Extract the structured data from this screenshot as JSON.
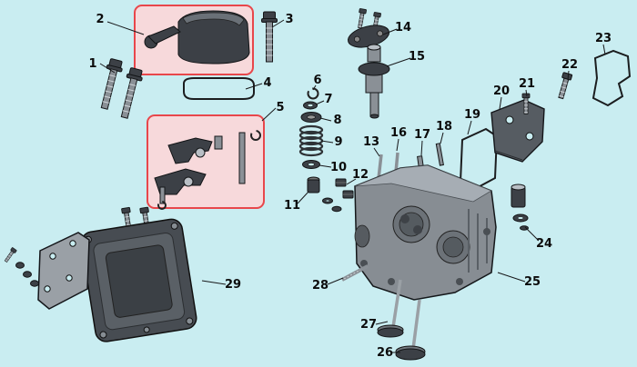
{
  "diagram": {
    "type": "exploded-parts-diagram",
    "colors": {
      "background": "#c9edf1",
      "highlight_fill": "#f7d9db",
      "highlight_border": "#e8474b",
      "leader": "#17181a",
      "label": "#0c0c0c"
    },
    "callouts": [
      {
        "num": "1",
        "part": "cover-bolts"
      },
      {
        "num": "2",
        "part": "valve-cover-assembly"
      },
      {
        "num": "3",
        "part": "cover-bolt"
      },
      {
        "num": "4",
        "part": "valve-cover-gasket"
      },
      {
        "num": "5",
        "part": "rocker-arm-assembly"
      },
      {
        "num": "6",
        "part": "valve-keeper"
      },
      {
        "num": "7",
        "part": "retainer-washer"
      },
      {
        "num": "8",
        "part": "spring-retainer"
      },
      {
        "num": "9",
        "part": "valve-spring"
      },
      {
        "num": "10",
        "part": "spring-seat"
      },
      {
        "num": "11",
        "part": "valve-stem-seal"
      },
      {
        "num": "12",
        "part": "adjuster-nuts"
      },
      {
        "num": "13",
        "part": "stud"
      },
      {
        "num": "14",
        "part": "anode-plate"
      },
      {
        "num": "15",
        "part": "fitting"
      },
      {
        "num": "16",
        "part": "stud"
      },
      {
        "num": "17",
        "part": "dowel-pin"
      },
      {
        "num": "18",
        "part": "pin"
      },
      {
        "num": "19",
        "part": "gasket-plate"
      },
      {
        "num": "20",
        "part": "mounting-bracket"
      },
      {
        "num": "21",
        "part": "bracket-bolt"
      },
      {
        "num": "22",
        "part": "bracket-bolt"
      },
      {
        "num": "23",
        "part": "bracket-gasket"
      },
      {
        "num": "24",
        "part": "anode-plug"
      },
      {
        "num": "25",
        "part": "cylinder-head"
      },
      {
        "num": "26",
        "part": "valve"
      },
      {
        "num": "27",
        "part": "valve"
      },
      {
        "num": "28",
        "part": "stud"
      },
      {
        "num": "29",
        "part": "exhaust-cover-assembly"
      }
    ]
  }
}
